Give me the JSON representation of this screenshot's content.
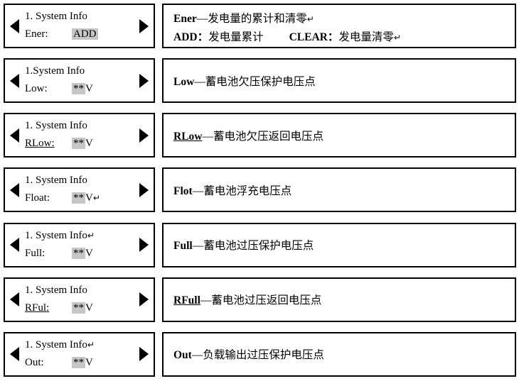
{
  "colors": {
    "background": "#ffffff",
    "border": "#000000",
    "text": "#000000",
    "value_highlight": "#c6c6c6"
  },
  "icons": {
    "left_arrow": "left-pointing solid triangle",
    "right_arrow": "right-pointing solid triangle",
    "return_mark": "↵"
  },
  "rows": [
    {
      "screen": {
        "title": "1. System Info",
        "title_mark": "",
        "label": "Ener:",
        "value": "ADD",
        "suffix": "",
        "suffix_mark": ""
      },
      "desc": {
        "term": "Ener",
        "text": "—发电量的累计和清零",
        "mark": "↵",
        "line2": {
          "b1": "ADD：",
          "t1": "发电量累计",
          "b2": "CLEAR：",
          "t2": "发电量清零",
          "mark": "↵"
        }
      }
    },
    {
      "screen": {
        "title": "1.System Info",
        "title_mark": "",
        "label": "Low:",
        "value": "**",
        "suffix": "V",
        "suffix_mark": ""
      },
      "desc": {
        "term": "Low",
        "text": "—蓄电池欠压保护电压点",
        "mark": ""
      }
    },
    {
      "screen": {
        "title": "1. System Info",
        "title_mark": "",
        "label": "RLow:",
        "value": "**",
        "suffix": "V",
        "suffix_mark": ""
      },
      "desc": {
        "term": "RLow",
        "text": "—蓄电池欠压返回电压点",
        "mark": ""
      }
    },
    {
      "screen": {
        "title": "1. System Info",
        "title_mark": "",
        "label": "Float:",
        "value": "**",
        "suffix": "V",
        "suffix_mark": "↵"
      },
      "desc": {
        "term": "Flot",
        "text": "—蓄电池浮充电压点",
        "mark": ""
      }
    },
    {
      "screen": {
        "title": "1. System Info",
        "title_mark": "↵",
        "label": "Full:",
        "value": "**",
        "suffix": "V",
        "suffix_mark": ""
      },
      "desc": {
        "term": "Full",
        "text": "—蓄电池过压保护电压点",
        "mark": ""
      }
    },
    {
      "screen": {
        "title": "1. System Info",
        "title_mark": "",
        "label": "RFul:",
        "value": "**",
        "suffix": "V",
        "suffix_mark": ""
      },
      "desc": {
        "term": "RFull",
        "text": "—蓄电池过压返回电压点",
        "mark": ""
      }
    },
    {
      "screen": {
        "title": "1. System Info",
        "title_mark": "↵",
        "label": "Out:",
        "value": "**",
        "suffix": "V",
        "suffix_mark": ""
      },
      "desc": {
        "term": "Out",
        "text": "—负载输出过压保护电压点",
        "mark": ""
      }
    }
  ]
}
